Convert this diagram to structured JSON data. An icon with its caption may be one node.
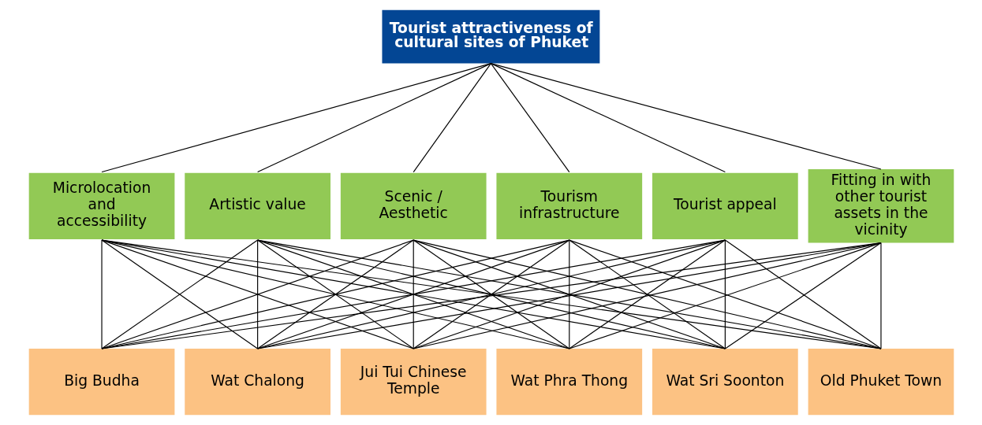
{
  "diagram": {
    "nodes": [
      {
        "text": [
          "Tourist attractiveness of cultural sites of Phuket"
        ]
      },
      {
        "text": [
          "Microlocation and accessibility"
        ]
      },
      {
        "text": [
          "Artistic value"
        ]
      },
      {
        "text": [
          "Scenic / Aesthetic"
        ]
      },
      {
        "text": [
          "Tourism infrastructure"
        ]
      },
      {
        "text": [
          "Tourist appeal"
        ]
      },
      {
        "text": [
          "Fitting in with other tourist assets in the vicinity"
        ]
      },
      {
        "text": [
          "Big Budha"
        ]
      },
      {
        "text": [
          "Wat Chalong"
        ]
      },
      {
        "text": [
          "Jui Tui Chinese Temple"
        ]
      },
      {
        "text": [
          "Wat Phra Thong"
        ]
      },
      {
        "text": [
          "Wat Sri Soonton"
        ]
      },
      {
        "text": [
          "Old Phuket Town"
        ]
      }
    ],
    "edges": [
      {
        "from": 0,
        "to": 1,
        "arrow": "none"
      },
      {
        "from": 0,
        "to": 2,
        "arrow": "none"
      },
      {
        "from": 0,
        "to": 3,
        "arrow": "none"
      },
      {
        "from": 0,
        "to": 4,
        "arrow": "none"
      },
      {
        "from": 0,
        "to": 5,
        "arrow": "none"
      },
      {
        "from": 0,
        "to": 6,
        "arrow": "none"
      },
      {
        "from": 1,
        "to": 7,
        "arrow": "none"
      },
      {
        "from": 1,
        "to": 8,
        "arrow": "none"
      },
      {
        "from": 1,
        "to": 9,
        "arrow": "none"
      },
      {
        "from": 1,
        "to": 10,
        "arrow": "none"
      },
      {
        "from": 1,
        "to": 11,
        "arrow": "none"
      },
      {
        "from": 1,
        "to": 12,
        "arrow": "none"
      },
      {
        "from": 2,
        "to": 7,
        "arrow": "none"
      },
      {
        "from": 2,
        "to": 8,
        "arrow": "none"
      },
      {
        "from": 2,
        "to": 9,
        "arrow": "none"
      },
      {
        "from": 2,
        "to": 10,
        "arrow": "none"
      },
      {
        "from": 2,
        "to": 11,
        "arrow": "none"
      },
      {
        "from": 2,
        "to": 12,
        "arrow": "none"
      },
      {
        "from": 3,
        "to": 7,
        "arrow": "none"
      },
      {
        "from": 3,
        "to": 8,
        "arrow": "none"
      },
      {
        "from": 3,
        "to": 9,
        "arrow": "none"
      },
      {
        "from": 3,
        "to": 10,
        "arrow": "none"
      },
      {
        "from": 3,
        "to": 11,
        "arrow": "none"
      },
      {
        "from": 3,
        "to": 12,
        "arrow": "none"
      },
      {
        "from": 4,
        "to": 7,
        "arrow": "none"
      },
      {
        "from": 4,
        "to": 8,
        "arrow": "none"
      },
      {
        "from": 4,
        "to": 9,
        "arrow": "none"
      },
      {
        "from": 4,
        "to": 10,
        "arrow": "none"
      },
      {
        "from": 4,
        "to": 11,
        "arrow": "none"
      },
      {
        "from": 4,
        "to": 12,
        "arrow": "none"
      },
      {
        "from": 5,
        "to": 7,
        "arrow": "none"
      },
      {
        "from": 5,
        "to": 8,
        "arrow": "none"
      },
      {
        "from": 5,
        "to": 9,
        "arrow": "none"
      },
      {
        "from": 5,
        "to": 10,
        "arrow": "none"
      },
      {
        "from": 5,
        "to": 11,
        "arrow": "none"
      },
      {
        "from": 5,
        "to": 12,
        "arrow": "none"
      },
      {
        "from": 6,
        "to": 7,
        "arrow": "none"
      },
      {
        "from": 6,
        "to": 8,
        "arrow": "none"
      },
      {
        "from": 6,
        "to": 9,
        "arrow": "none"
      },
      {
        "from": 6,
        "to": 10,
        "arrow": "none"
      },
      {
        "from": 6,
        "to": 11,
        "arrow": "none"
      },
      {
        "from": 6,
        "to": 12,
        "arrow": "none"
      }
    ]
  }
}
